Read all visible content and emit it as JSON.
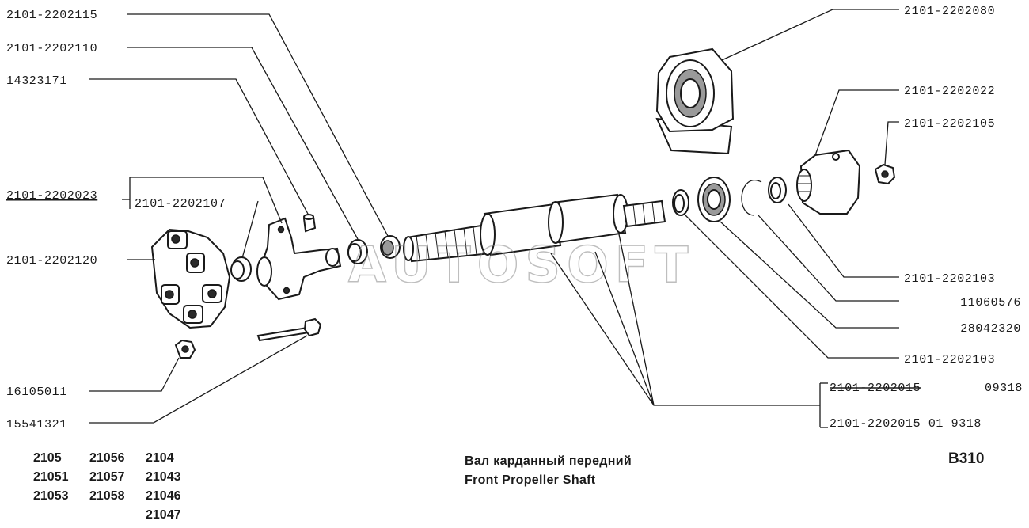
{
  "labels": {
    "p_2202115": "2101-2202115",
    "p_2202110": "2101-2202110",
    "p_14323171": "14323171",
    "p_2202023": "2101-2202023",
    "p_2202107": "2101-2202107",
    "p_2202120": "2101-2202120",
    "p_16105011": "16105011",
    "p_15541321": "15541321",
    "p_2202080": "2101-2202080",
    "p_2202022": "2101-2202022",
    "p_2202105": "2101-2202105",
    "p_2202103_a": "2101-2202103",
    "p_11060576": "11060576",
    "p_28042320": "28042320",
    "p_2202103_b": "2101-2202103",
    "p_2202015_old": "2101-2202015",
    "p_2202015_old_suffix": "09318",
    "p_2202015_new": "2101-2202015 01 9318"
  },
  "models": {
    "col1": [
      "2105",
      "21051",
      "21053"
    ],
    "col2": [
      "21056",
      "21057",
      "21058"
    ],
    "col3": [
      "2104",
      "21043",
      "21046",
      "21047"
    ]
  },
  "title_ru": "Вал карданный передний",
  "title_en": "Front Propeller Shaft",
  "page_code": "B310",
  "watermark": "AUTOSOFT"
}
